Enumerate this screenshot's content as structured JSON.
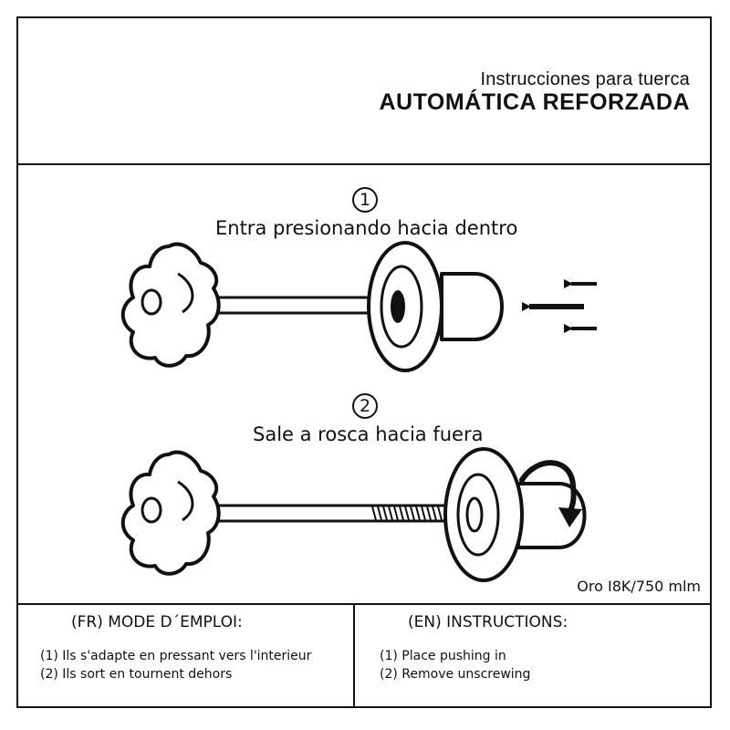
{
  "header": {
    "subtitle": "Instrucciones para tuerca",
    "title": "AUTOMÁTICA REFORZADA"
  },
  "steps": [
    {
      "number": "1",
      "text": "Entra presionando hacia dentro"
    },
    {
      "number": "2",
      "text": "Sale a rosca hacia fuera"
    }
  ],
  "material": "Oro I8K/750 mlm",
  "french": {
    "heading": "(FR)  MODE D´EMPLOI:",
    "lines": [
      "(1) Ils s'adapte en pressant vers l'interieur",
      "(2) Ils sort en tournent dehors"
    ]
  },
  "english": {
    "heading": "(EN) INSTRUCTIONS:",
    "lines": [
      "(1) Place pushing in",
      "(2) Remove unscrewing"
    ]
  },
  "icons": {
    "step1": [
      "earring-post-icon",
      "clutch-back-icon",
      "push-arrows-icon"
    ],
    "step2": [
      "earring-post-icon",
      "clutch-back-icon",
      "rotate-arrow-icon"
    ]
  }
}
